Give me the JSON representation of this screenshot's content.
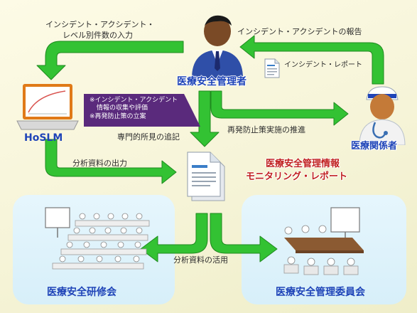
{
  "actors": {
    "manager": "医療安全管理者",
    "staff": "医療関係者",
    "hoslm": "HoSLM"
  },
  "arrows": {
    "input": [
      "インシデント・アクシデント・",
      "レベル別件数の入力"
    ],
    "report": "インシデント・アクシデントの報告",
    "incident_report": "インシデント・レポート",
    "specialist_note": "専門的所見の追記",
    "prevention": "再発防止策実施の推進",
    "analysis_output": "分析資料の出力",
    "analysis_use": "分析資料の活用"
  },
  "callout": [
    "※インシデント・アクシデント",
    "情報の収集や評価",
    "※再発防止策の立案"
  ],
  "report_title": [
    "医療安全管理情報",
    "モニタリング・レポート"
  ],
  "panels": {
    "training": "医療安全研修会",
    "committee": "医療安全管理委員会"
  },
  "colors": {
    "arrow": "#33c233",
    "background": "#f6f4d8",
    "panel": "#dbf1fb",
    "blue_text": "#1f44b8",
    "red_text": "#c02020",
    "callout": "#5a2a7c"
  }
}
